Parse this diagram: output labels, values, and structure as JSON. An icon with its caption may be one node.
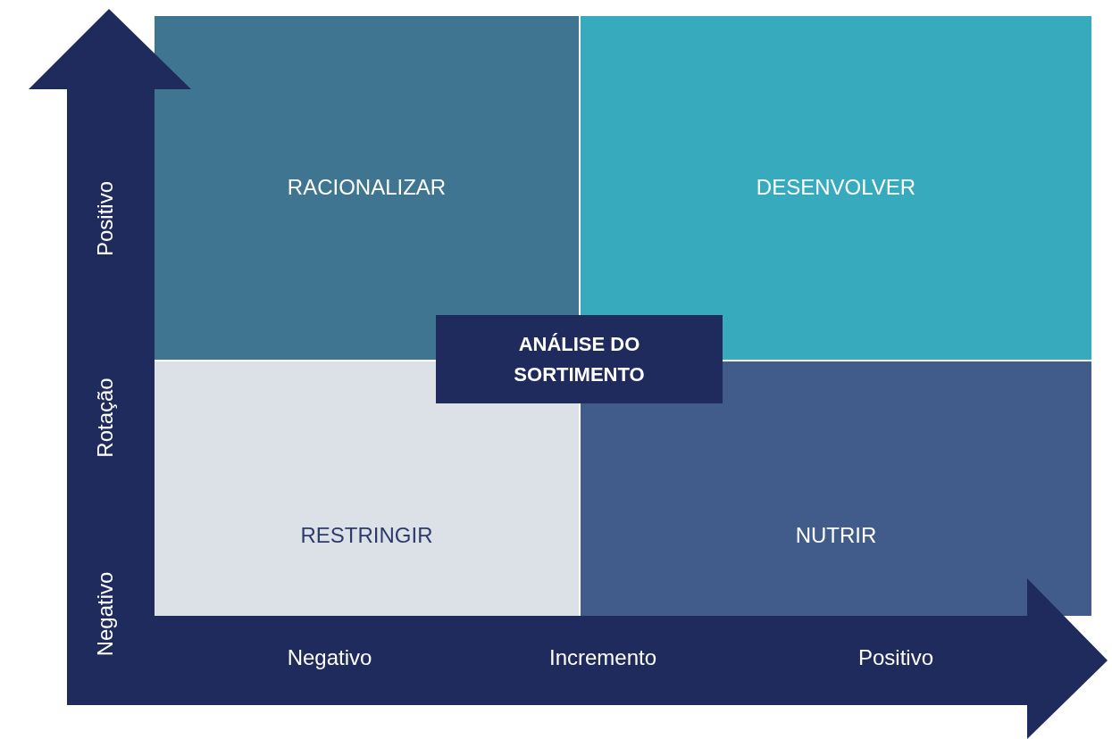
{
  "diagram": {
    "nodes": [
      {
        "text": [
          "RACIONALIZAR"
        ]
      },
      {
        "text": [
          "DESENVOLVER"
        ]
      },
      {
        "text": [
          "RESTRINGIR"
        ]
      },
      {
        "text": [
          "NUTRIR"
        ]
      },
      {
        "text": [
          "ANÁLISE DO SORTIMENTO"
        ]
      }
    ],
    "edges": [],
    "labels": [
      "Positivo",
      "Rotação",
      "Negativo",
      "Negativo",
      "Incremento",
      "Positivo"
    ]
  }
}
